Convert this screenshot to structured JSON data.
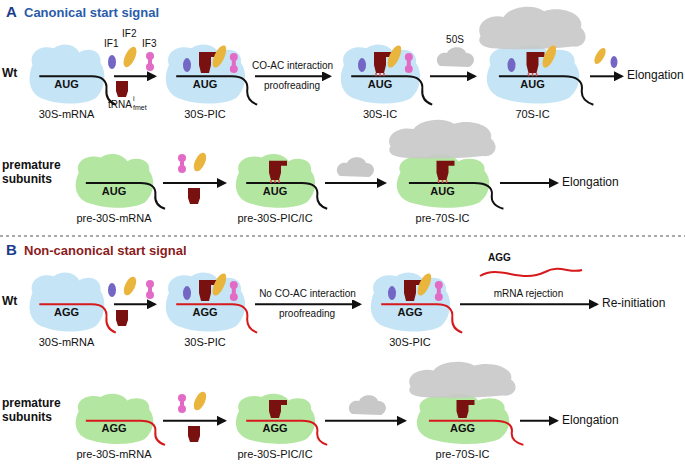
{
  "diagram": {
    "nodes": [
      {
        "text": [
          "AUG",
          "30S-mRNA"
        ]
      },
      {
        "text": [
          "AUG",
          "30S-PIC"
        ]
      },
      {
        "text": [
          "AUG",
          "30S-IC"
        ]
      },
      {
        "text": [
          "AUG",
          "70S-IC"
        ]
      },
      {
        "text": [
          "Elongation"
        ]
      },
      {
        "text": [
          "AUG",
          "pre-30S-mRNA"
        ]
      },
      {
        "text": [
          "AUG",
          "pre-30S-PIC/IC"
        ]
      },
      {
        "text": [
          "AUG",
          "pre-70S-IC"
        ]
      },
      {
        "text": [
          "Elongation"
        ]
      },
      {
        "text": [
          "AGG",
          "30S-mRNA"
        ]
      },
      {
        "text": [
          "AGG",
          "30S-PIC"
        ]
      },
      {
        "text": [
          "AGG",
          "30S-PIC"
        ]
      },
      {
        "text": [
          "Re-initiation"
        ]
      },
      {
        "text": [
          "AGG",
          "pre-30S-mRNA"
        ]
      },
      {
        "text": [
          "AGG",
          "pre-30S-PIC/IC"
        ]
      },
      {
        "text": [
          "AGG",
          "pre-70S-IC"
        ]
      },
      {
        "text": [
          "Elongation"
        ]
      }
    ],
    "edges": [
      {
        "from": 0,
        "to": 1,
        "arrow": "to"
      },
      {
        "from": 1,
        "to": 2,
        "label": "CO-AC interaction",
        "arrow": "to"
      },
      {
        "from": 2,
        "to": 3,
        "arrow": "to"
      },
      {
        "from": 3,
        "to": 4,
        "arrow": "to"
      },
      {
        "from": 5,
        "to": 6,
        "arrow": "to"
      },
      {
        "from": 6,
        "to": 7,
        "arrow": "to"
      },
      {
        "from": 7,
        "to": 8,
        "arrow": "to"
      },
      {
        "from": 9,
        "to": 10,
        "arrow": "to"
      },
      {
        "from": 10,
        "to": 11,
        "label": "No CO-AC interaction",
        "arrow": "to"
      },
      {
        "from": 11,
        "to": 12,
        "label": "mRNA rejection",
        "arrow": "to"
      },
      {
        "from": 13,
        "to": 14,
        "arrow": "to"
      },
      {
        "from": 14,
        "to": 15,
        "arrow": "to"
      },
      {
        "from": 15,
        "to": 16,
        "arrow": "to"
      }
    ],
    "labels": [
      "A",
      "Canonical start signal",
      "Wt",
      "IF1",
      "IF2",
      "IF3",
      "tRNA",
      "i",
      "fmet",
      "proofreading",
      "50S",
      "premature subunits",
      "B",
      "Non-canonical start signal",
      "Wt",
      "proofreading",
      "AGG",
      "premature subunits"
    ]
  }
}
